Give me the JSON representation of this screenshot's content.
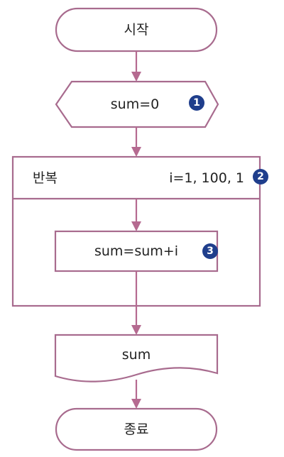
{
  "flowchart": {
    "start": {
      "label": "시작"
    },
    "init": {
      "label": "sum=0",
      "badge": "1"
    },
    "loop": {
      "label": "반복",
      "params": "i=1, 100, 1",
      "badge": "2",
      "body": {
        "label": "sum=sum+i",
        "badge": "3"
      }
    },
    "output": {
      "label": "sum"
    },
    "end": {
      "label": "종료"
    }
  },
  "colors": {
    "shape_stroke": "#a86b8e",
    "arrow": "#b56a90",
    "badge": "#1f3e8c"
  }
}
